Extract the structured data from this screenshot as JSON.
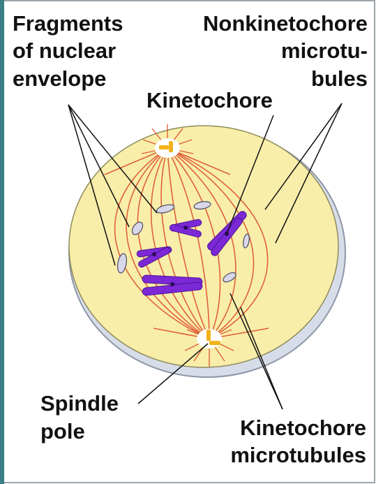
{
  "diagram": {
    "labels": {
      "fragments_line1": "Fragments",
      "fragments_line2": "of nuclear",
      "fragments_line3": "envelope",
      "nonkinetochore_line1": "Nonkinetochore",
      "nonkinetochore_line2": "microtu-",
      "nonkinetochore_line3": "bules",
      "kinetochore": "Kinetochore",
      "spindle_line1": "Spindle",
      "spindle_line2": "pole",
      "kinetochore_mt_line1": "Kinetochore",
      "kinetochore_mt_line2": "microtubules"
    },
    "colors": {
      "cell_fill": "#f8eeaa",
      "cell_rim": "#d7dde8",
      "microtubule": "#e0603a",
      "chromosome": "#7c28d6",
      "centrosome": "#f2b21a",
      "envelope_fragment": "#d8d8ea",
      "frame": "#9aa3a8",
      "border_left": "#3c7f86"
    }
  }
}
